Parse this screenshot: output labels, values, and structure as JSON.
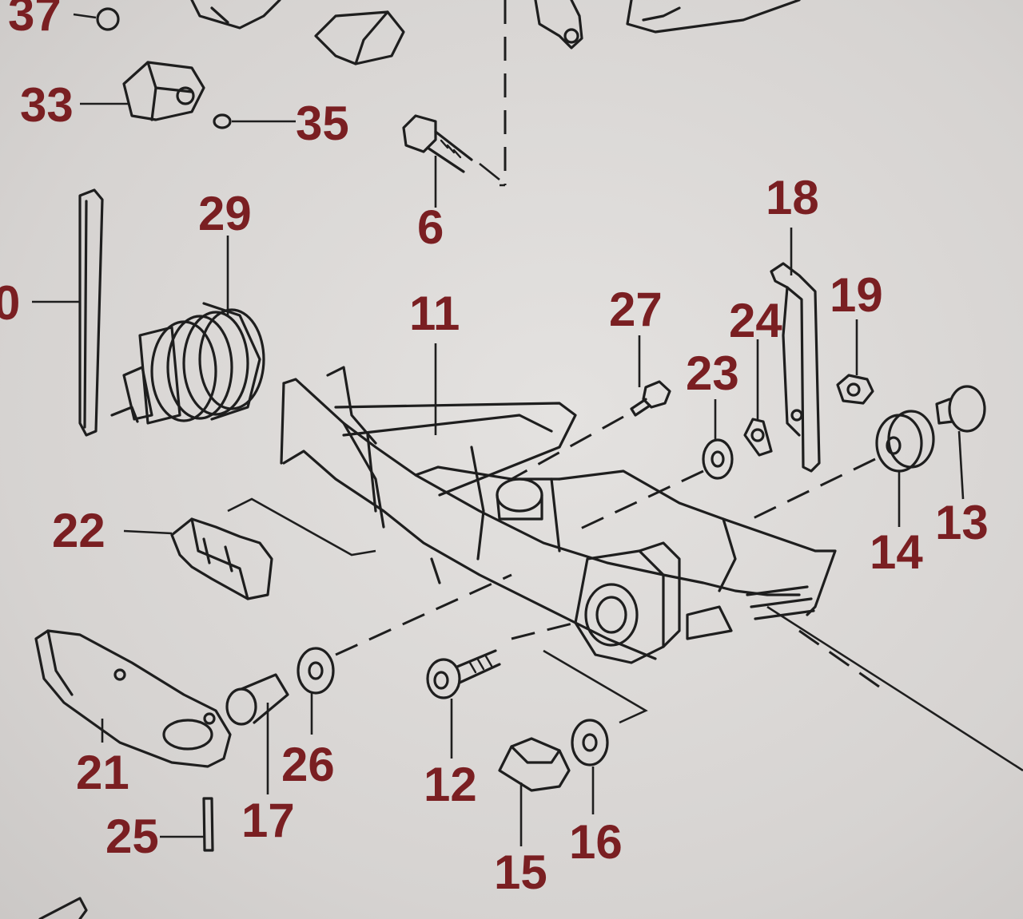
{
  "diagram": {
    "labels": [
      "37",
      "33",
      "35",
      "6",
      "0",
      "29",
      "18",
      "11",
      "27",
      "19",
      "24",
      "23",
      "22",
      "14",
      "13",
      "21",
      "26",
      "17",
      "12",
      "25",
      "15",
      "16"
    ]
  },
  "colors": {
    "label": "#7a1f22",
    "line": "#1e1e1e",
    "background": "#d9d6d4"
  }
}
